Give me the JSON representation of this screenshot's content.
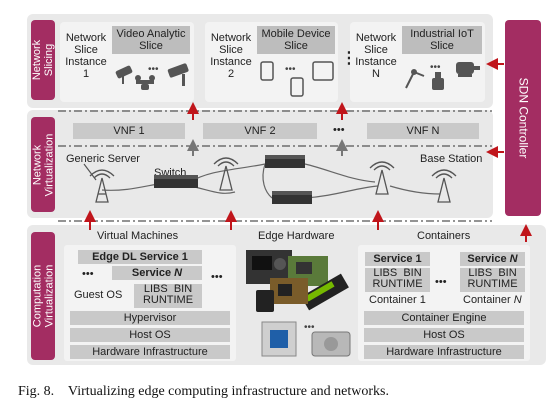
{
  "left_bands": {
    "network_slicing": "Network\nSlicing",
    "network_virtualization": "Network\nVirtualization",
    "computation_virtualization": "Computation\nVirtualization"
  },
  "right_band": "SDN Controller",
  "slices": [
    {
      "instance": "Network\nSlice\nInstance\n1",
      "title": "Video Analytic\nSlice"
    },
    {
      "instance": "Network\nSlice\nInstance\n2",
      "title": "Mobile Device\nSlice"
    },
    {
      "instance": "Network\nSlice\nInstance\nN",
      "title": "Industrial IoT\nSlice"
    }
  ],
  "ellipsis": "•••",
  "vertical_ellipsis": "⋮",
  "vnfs": [
    "VNF 1",
    "VNF 2",
    "VNF N"
  ],
  "network_labels": {
    "generic_server": "Generic Server",
    "switch": "Switch",
    "base_station": "Base Station"
  },
  "computation": {
    "virtual_machines": "Virtual Machines",
    "edge_hardware": "Edge Hardware",
    "containers": "Containers",
    "vm": {
      "service1": "Edge DL Service 1",
      "serviceN_prefix": "Service ",
      "serviceN_var": "N",
      "guest_os": "Guest OS",
      "libs": "LIBS",
      "bin": "BIN",
      "runtime": "RUNTIME",
      "hypervisor": "Hypervisor",
      "host_os": "Host OS",
      "hardware": "Hardware Infrastructure"
    },
    "ct": {
      "service1": "Service 1",
      "serviceN_prefix": "Service ",
      "serviceN_var": "N",
      "libs": "LIBS",
      "bin": "BIN",
      "runtime": "RUNTIME",
      "container1": "Container 1",
      "containerN_prefix": "Container ",
      "containerN_var": "N",
      "engine": "Container Engine",
      "host_os": "Host OS",
      "hardware": "Hardware Infrastructure"
    }
  },
  "caption": "Fig. 8.    Virtualizing edge computing infrastructure and networks.",
  "colors": {
    "band": "#a32d62",
    "arrow": "#c0151b",
    "layer": "#e9e9e9",
    "box": "#c9c9c9"
  }
}
